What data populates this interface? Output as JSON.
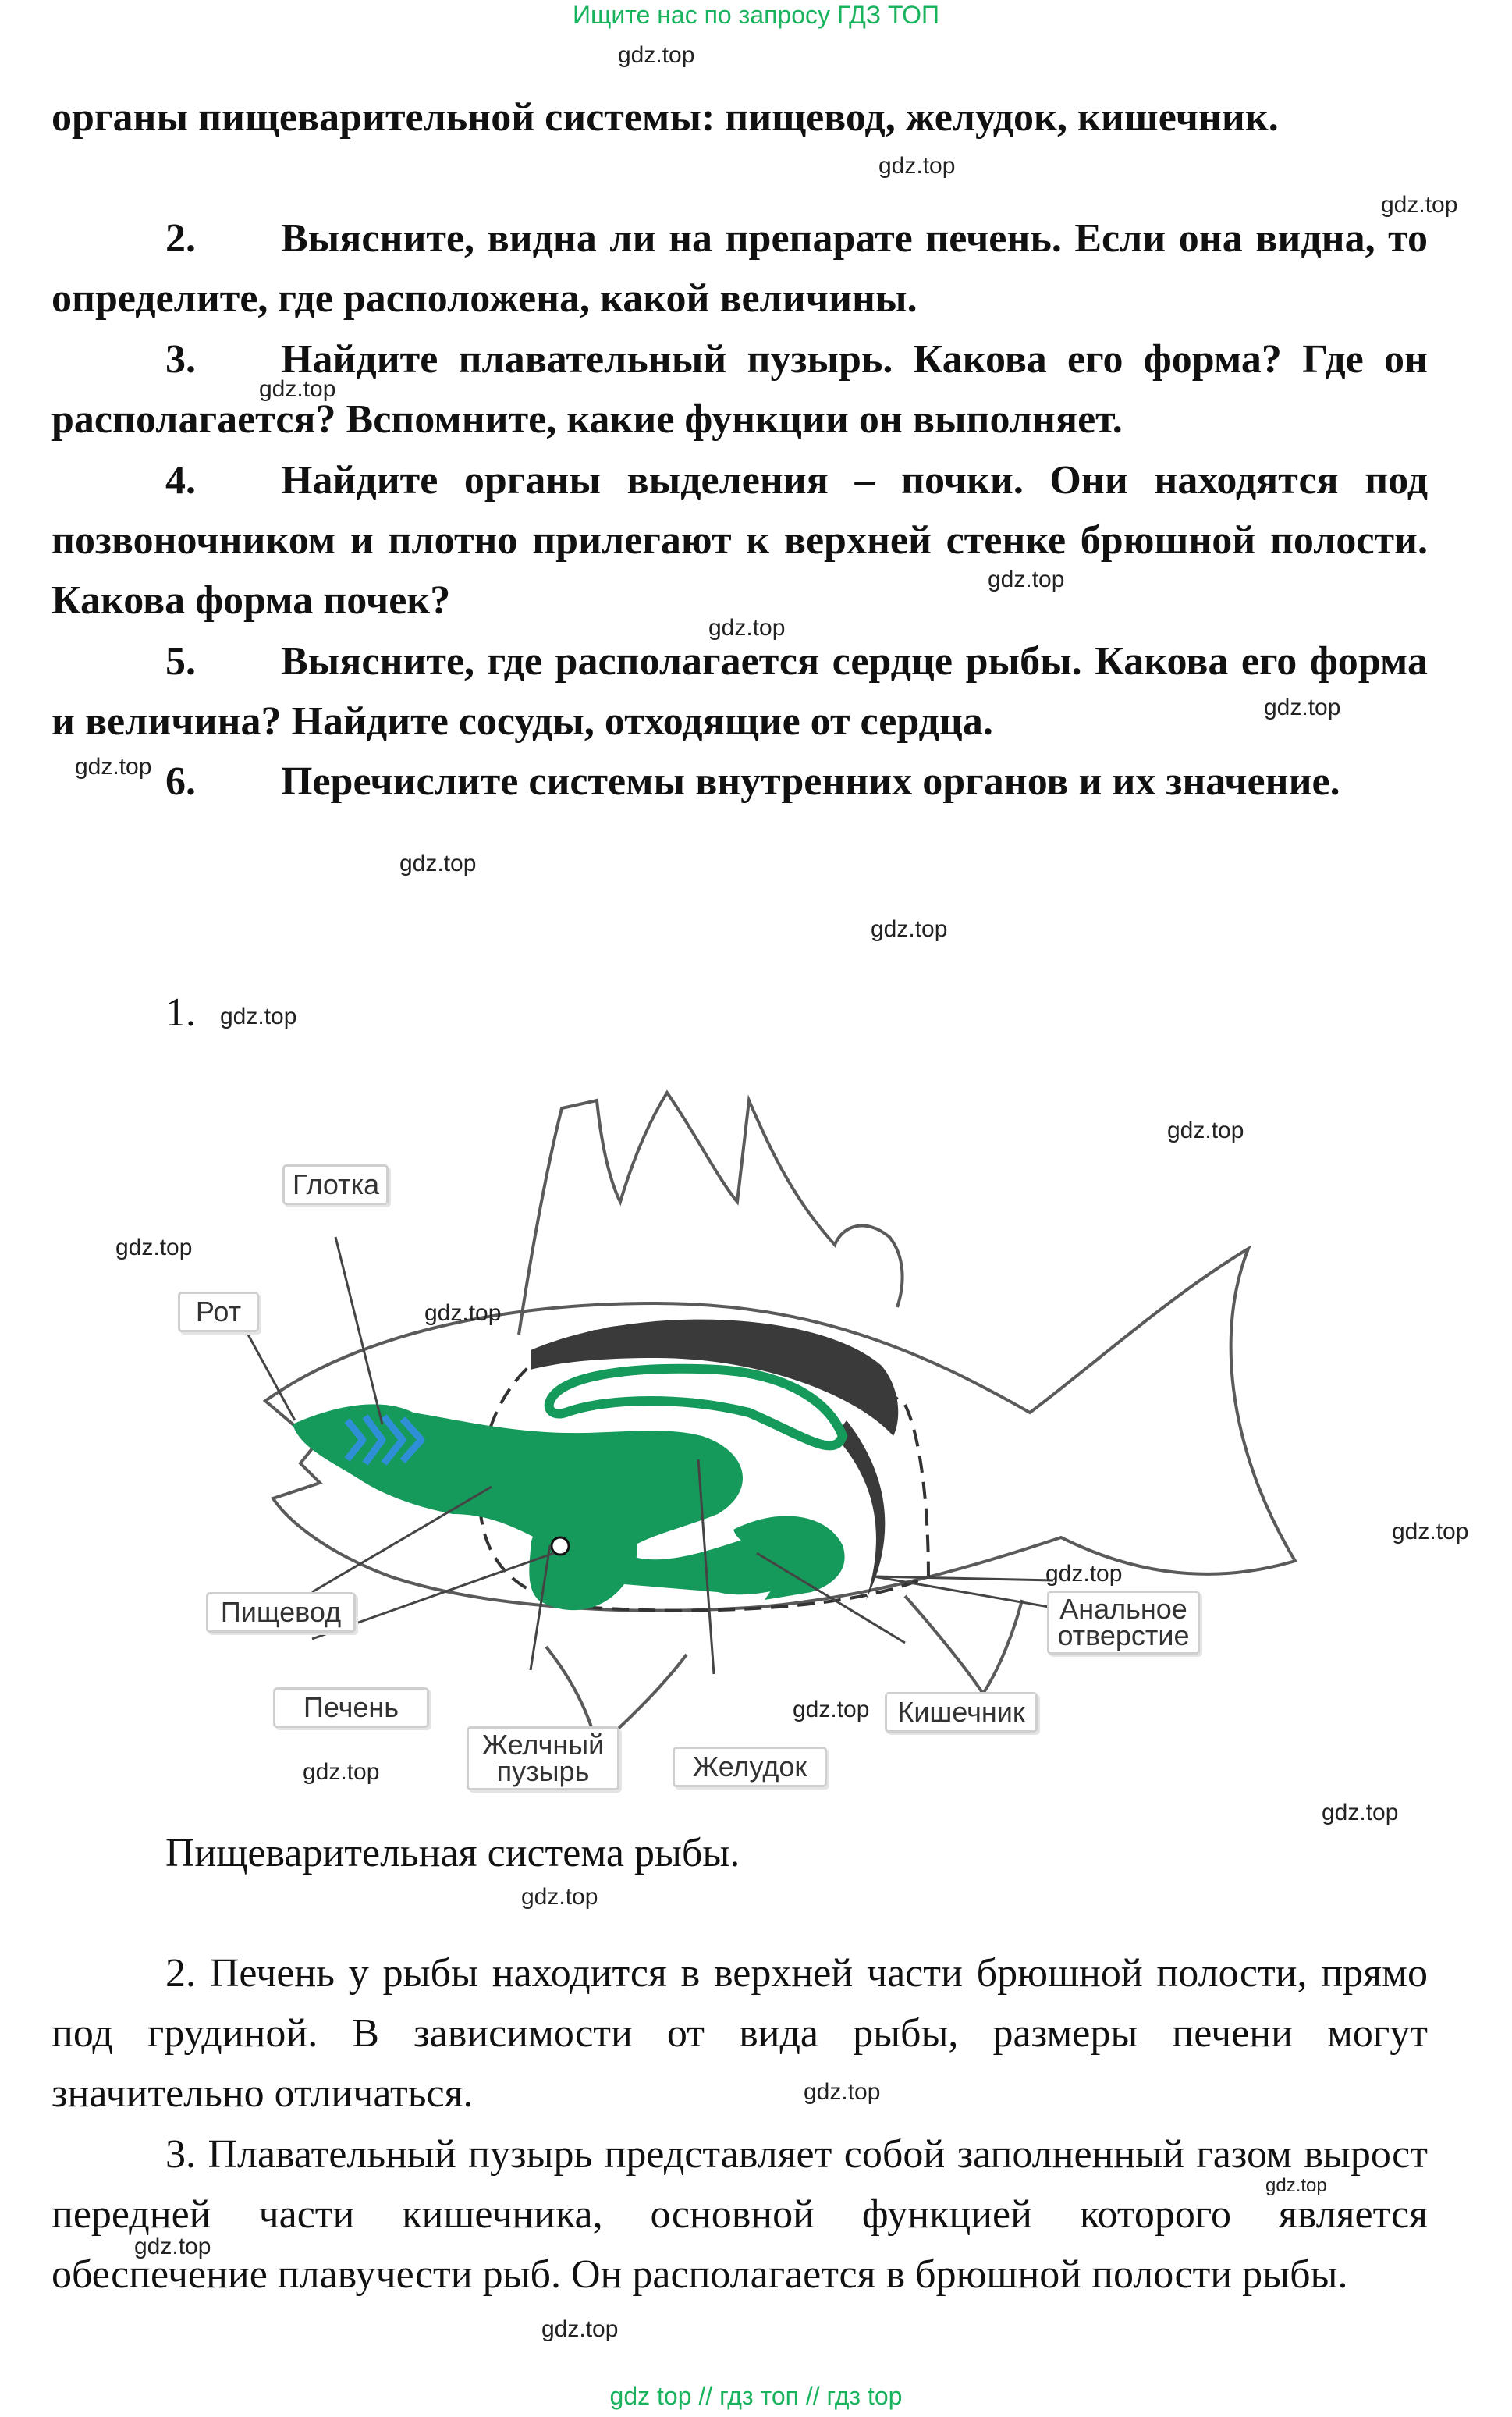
{
  "header": {
    "text": "Ищите нас по запросу ГДЗ ТОП"
  },
  "watermark": "gdz.top",
  "tasks": {
    "t1_tail": "органы пищеварительной системы: пищевод, желудок, кишечник.",
    "t2": {
      "num": "2.",
      "text": "Выясните, видна ли на препарате печень. Если она видна, то определите, где расположена, какой величины."
    },
    "t3": {
      "num": "3.",
      "text": "Найдите плавательный пузырь. Какова его форма? Где он располагается? Вспомните, какие функции он выполняет."
    },
    "t4": {
      "num": "4.",
      "text": "Найдите органы выделения – почки. Они находятся под позвоночником и плотно прилегают к верхней стенке брюшной полости. Какова форма почек?"
    },
    "t5": {
      "num": "5.",
      "text": "Выясните, где располагается сердце рыбы. Какова его форма и величина? Найдите сосуды, отходящие от сердца."
    },
    "t6": {
      "num": "6.",
      "text": "Перечислите системы внутренних органов и их значение."
    }
  },
  "answer": {
    "number": "1.",
    "diagram_labels": {
      "pharynx": "Глотка",
      "mouth": "Рот",
      "esophagus": "Пищевод",
      "liver": "Печень",
      "gallbladder_line1": "Желчный",
      "gallbladder_line2": "пузырь",
      "stomach": "Желудок",
      "intestine": "Кишечник",
      "anus_line1": "Анальное",
      "anus_line2": "отверстие"
    },
    "caption": "Пищеварительная система рыбы.",
    "p2": "2. Печень у рыбы находится в верхней части брюшной полости, прямо под грудиной. В зависимости от вида рыбы, размеры печени могут значительно отличаться.",
    "p3": "3. Плавательный пузырь представляет собой заполненный газом вырост передней части кишечника, основной функцией которого является обеспечение плавучести рыб. Он располагается в брюшной полости рыбы."
  },
  "colors": {
    "organ": "#169a5b",
    "gills": "#2f8fd6",
    "outline": "#5a5a5a",
    "bladder": "#3a3a3a",
    "header": "#19b35e"
  },
  "footer": {
    "text": "gdz top  //  гдз топ  //  гдз top"
  }
}
